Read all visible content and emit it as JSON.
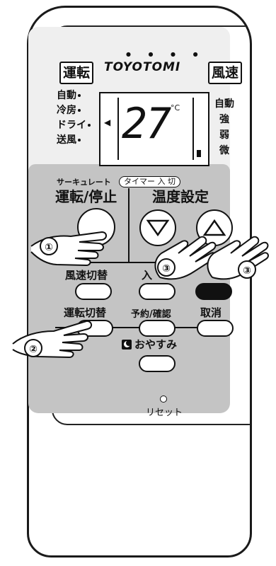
{
  "remote": {
    "brand": "TOYOTOMI",
    "power_button_label": "運転",
    "fan_speed_label": "風速",
    "modes": [
      "自動",
      "冷房",
      "ドライ",
      "送風"
    ],
    "fan_speeds": [
      "自動",
      "強",
      "弱",
      "微"
    ],
    "display": {
      "temperature": "27",
      "unit": "°C"
    },
    "circulate_label": "サーキュレート",
    "timer_label": "タイマー 入 切",
    "run_stop_label": "運転/停止",
    "temp_setting_label": "温度設定",
    "fan_switch_label": "風速切替",
    "timer_on_label": "入",
    "mode_switch_label": "運転切替",
    "reserve_label": "予約/確認",
    "cancel_label": "取消",
    "sleep_label": "おやすみ",
    "reset_label": "リセット"
  },
  "steps": [
    "①",
    "②",
    "③",
    "③"
  ],
  "colors": {
    "panel": "#c4c4c4",
    "upper_panel": "#efefef",
    "outline": "#111111"
  }
}
